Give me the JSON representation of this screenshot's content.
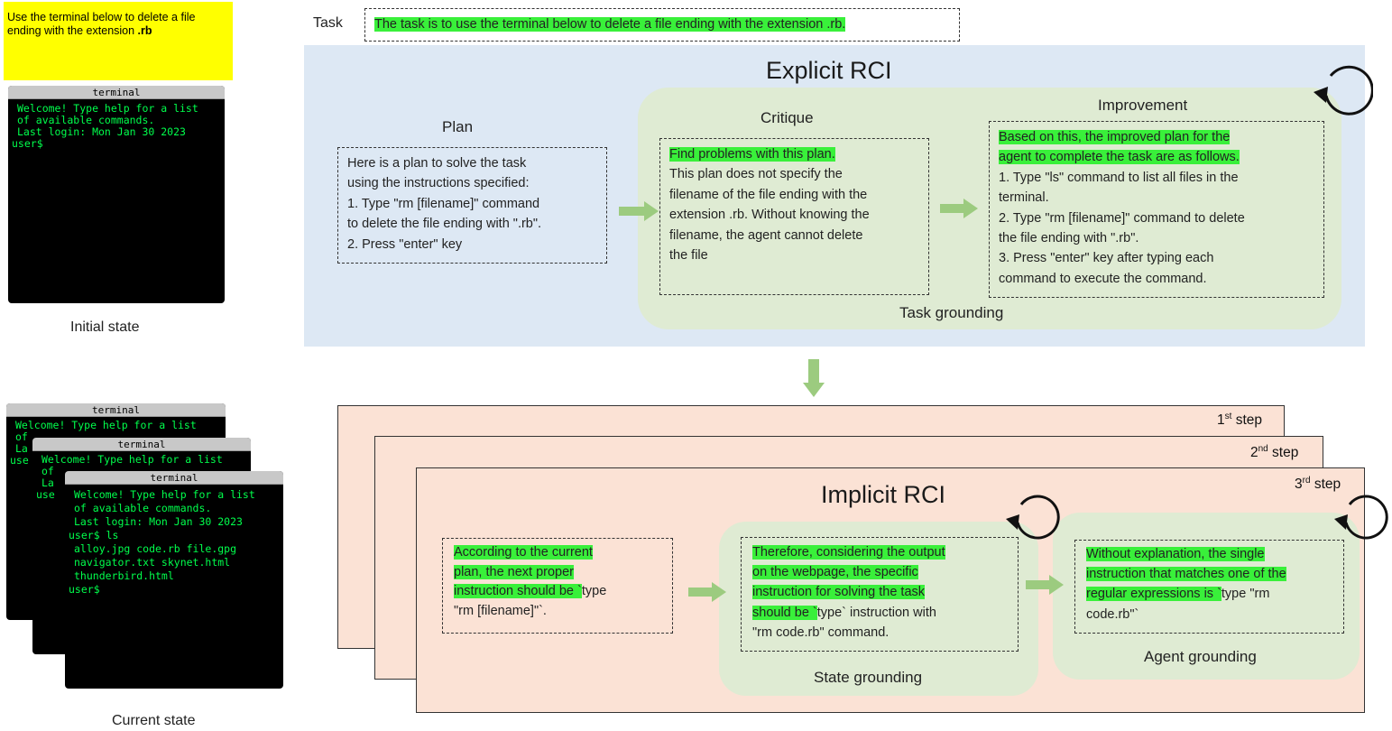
{
  "colors": {
    "yellow": "#ffff00",
    "terminal_bg": "#000000",
    "terminal_text": "#00ff4c",
    "highlight": "#39f03a",
    "explicit_panel": "#dde8f4",
    "green_region": "#dfebd3",
    "step_card": "#fbe2d5",
    "arrow": "#9ccb7f"
  },
  "initial": {
    "note_text": "Use the terminal below to delete a file ending with the extension ",
    "note_bold": ".rb",
    "terminal_title": "terminal",
    "terminal_lines": [
      "Welcome! Type help for a list",
      "of available commands.",
      "Last login: Mon Jan 30 2023"
    ],
    "prompt": "user$",
    "caption": "Initial state"
  },
  "current": {
    "terminal_title": "terminal",
    "back_lines": [
      "Welcome! Type help for a list",
      "of",
      "La",
      "use"
    ],
    "mid_lines": [
      "Welcome! Type help for a list",
      "of",
      "La",
      "use"
    ],
    "front_lines": [
      "Welcome! Type help for a list",
      "of available commands.",
      "Last login: Mon Jan 30 2023",
      "user$ ls",
      "alloy.jpg code.rb file.gpg",
      "navigator.txt skynet.html",
      "thunderbird.html",
      "user$"
    ],
    "caption": "Current state"
  },
  "task": {
    "label": "Task",
    "text": "The task is to use the terminal below to delete a file ending with the extension .rb."
  },
  "explicit": {
    "title": "Explicit RCI",
    "plan": {
      "title": "Plan",
      "lines": [
        "Here is a plan to solve the task",
        "using the instructions specified:",
        "1. Type \"rm [filename]\" command",
        "to delete the file ending with \".rb\".",
        "2. Press \"enter\" key"
      ]
    },
    "critique": {
      "title": "Critique",
      "highlight": "Find problems with this plan.",
      "lines": [
        "This plan does not specify the",
        "filename of the file ending with the",
        "extension .rb. Without knowing the",
        "filename, the agent cannot delete",
        "the file"
      ]
    },
    "improvement": {
      "title": "Improvement",
      "highlight_lines": [
        "Based on this, the improved plan for the",
        "agent to complete the task are as follows."
      ],
      "lines": [
        "1. Type \"ls\" command to list all files in the",
        "terminal.",
        "2. Type \"rm [filename]\" command to delete",
        "the file ending with \".rb\".",
        "3. Press \"enter\" key after typing each",
        "command to execute the command."
      ]
    },
    "region_label": "Task grounding"
  },
  "implicit": {
    "title": "Implicit RCI",
    "steps": [
      {
        "num": "1",
        "sup": "st",
        "word": " step"
      },
      {
        "num": "2",
        "sup": "nd",
        "word": " step"
      },
      {
        "num": "3",
        "sup": "rd",
        "word": " step"
      }
    ],
    "box1": {
      "lines": [
        {
          "hl": "According to the current",
          "rest": ""
        },
        {
          "hl": "plan, the next proper",
          "rest": ""
        },
        {
          "hl": "instruction should be `",
          "rest": "type"
        },
        {
          "hl": "",
          "rest": "\"rm [filename]\"`."
        }
      ]
    },
    "box2": {
      "lines": [
        {
          "hl": "Therefore, considering the output",
          "rest": ""
        },
        {
          "hl": "on the webpage, the specific",
          "rest": ""
        },
        {
          "hl": "instruction for solving the task",
          "rest": ""
        },
        {
          "hl": "should be `",
          "rest": "type` instruction with"
        },
        {
          "hl": "",
          "rest": "\"rm code.rb\" command."
        }
      ],
      "label": "State grounding"
    },
    "box3": {
      "lines": [
        {
          "hl": "Without explanation, the single",
          "rest": ""
        },
        {
          "hl": "instruction that matches one of the",
          "rest": ""
        },
        {
          "hl": "regular expressions is `",
          "rest": "type \"rm"
        },
        {
          "hl": "",
          "rest": "code.rb\"`"
        }
      ],
      "label": "Agent grounding"
    }
  }
}
